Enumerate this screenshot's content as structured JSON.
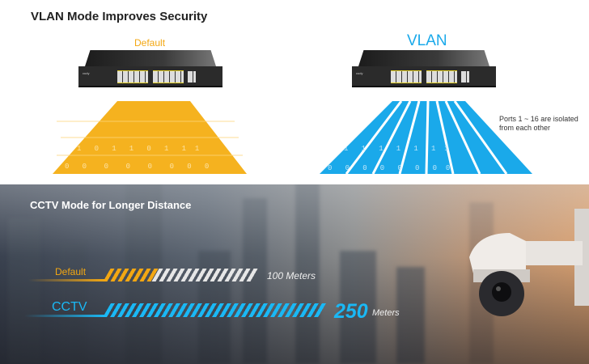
{
  "vlan_section": {
    "title": "VLAN Mode Improves Security",
    "default_label": "Default",
    "vlan_label": "VLAN",
    "note": "Ports 1 ~ 16 are isolated from each other",
    "brand": "cudy"
  },
  "cctv_section": {
    "title": "CCTV Mode for Longer Distance",
    "default_label": "Default",
    "default_distance": "100 Meters",
    "cctv_label": "CCTV",
    "cctv_distance_value": "250",
    "cctv_distance_unit": "Meters"
  },
  "colors": {
    "orange": "#f3a712",
    "blue": "#1aa9ea"
  }
}
